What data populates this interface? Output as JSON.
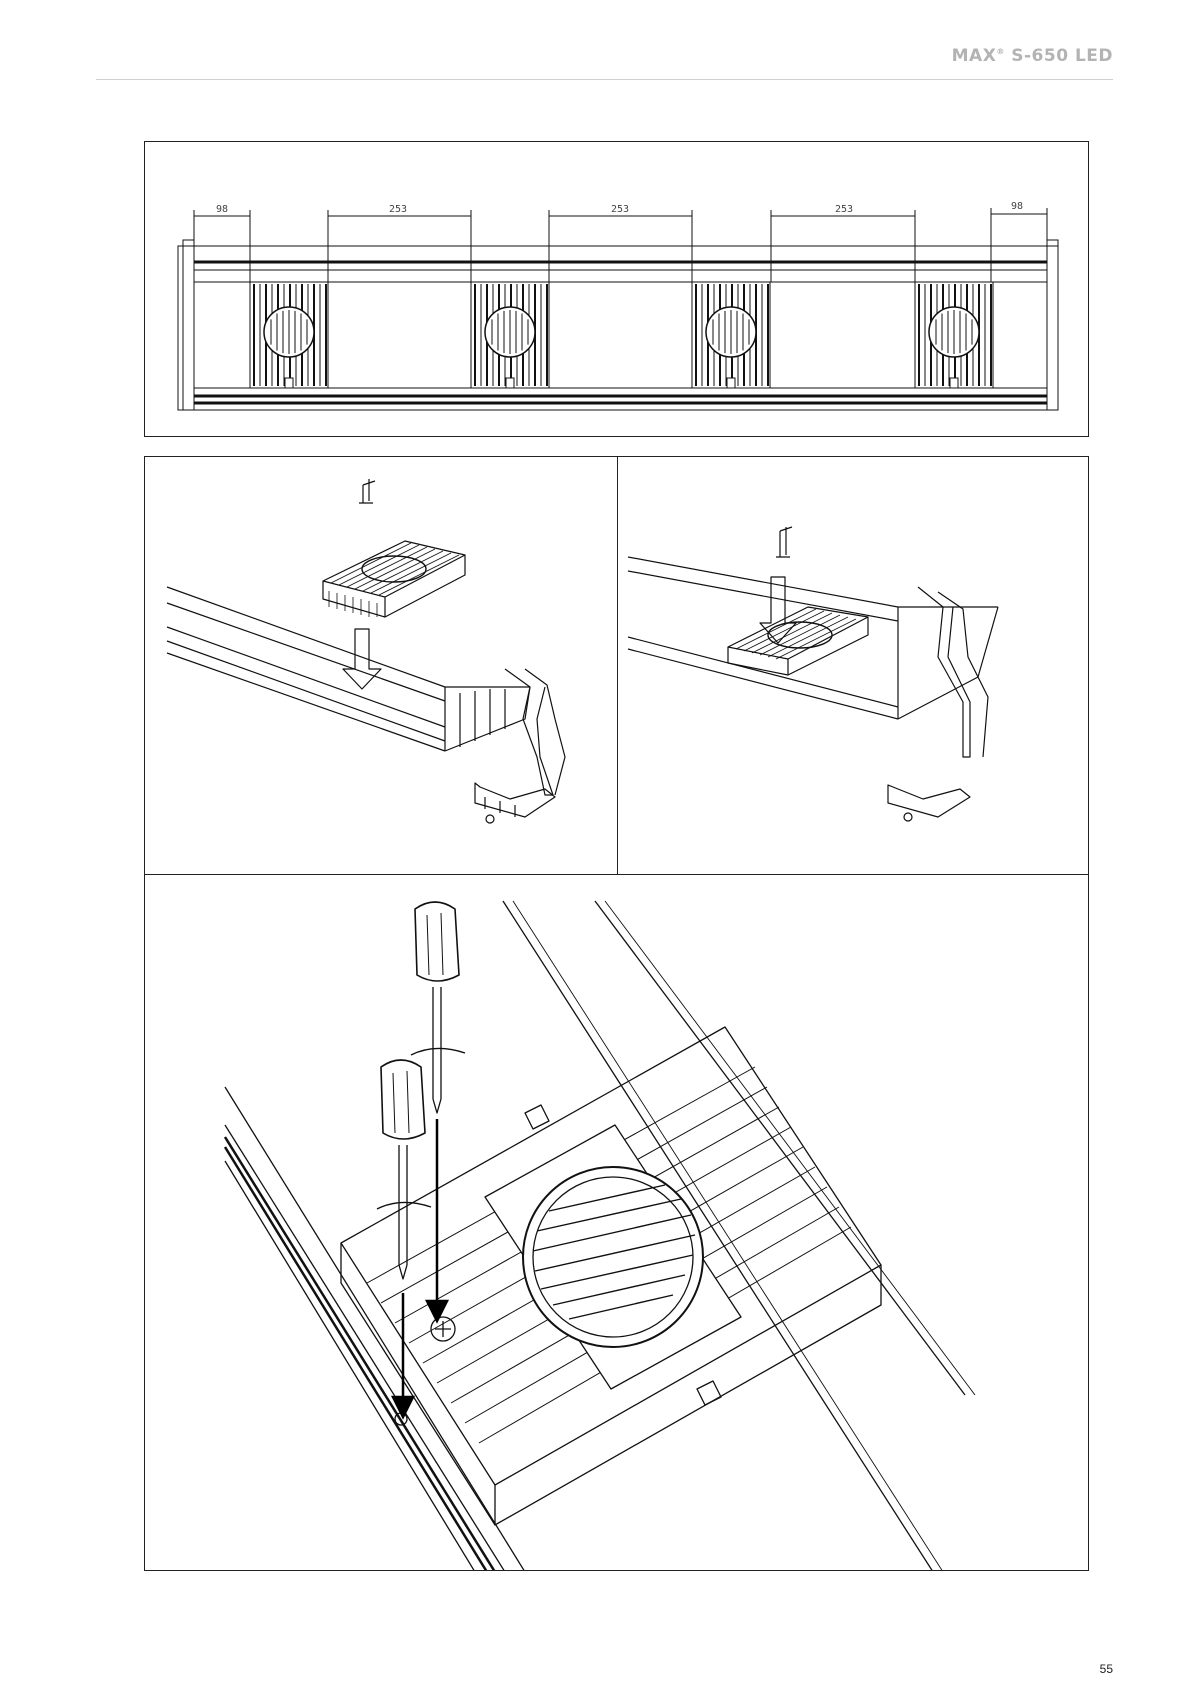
{
  "header": {
    "brand": "MAX",
    "trademark": "®",
    "model": "S-650 LED"
  },
  "diagram_top": {
    "dimensions": [
      "98",
      "253",
      "253",
      "253",
      "98"
    ]
  },
  "footer": {
    "page_number": "55"
  },
  "colors": {
    "header_text": "#b3b3b3",
    "line": "#111111",
    "frame": "#222222"
  }
}
